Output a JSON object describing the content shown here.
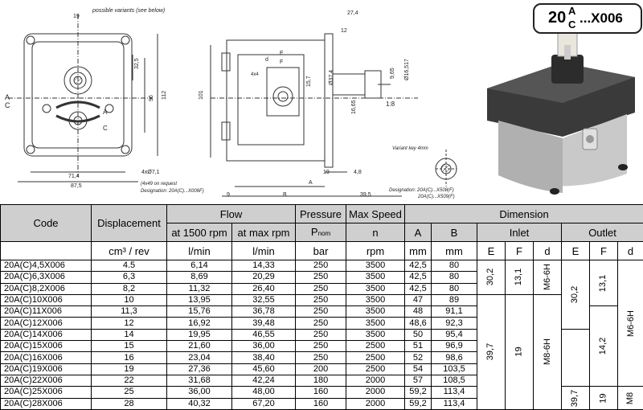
{
  "drawing": {
    "title_prefix": "20",
    "title_sup": "A",
    "title_sub": "C",
    "title_suffix": "...X006",
    "note_variants": "possible variants (see below)",
    "note_request": "(4x49 on request",
    "note_designation": "Designation: 20A(C)...X006F)",
    "note_keyway": "Variant key 4mm",
    "note_designation2": "Designation: 20A(C)...X508(F)",
    "note_designation3": "20A(C)...X509(F)",
    "dim_19_top": "19",
    "dim_27_4": "27,4",
    "dim_12": "12",
    "dim_E": "E",
    "dim_F": "F",
    "dim_d": "d",
    "dim_15_7": "15,7",
    "dim_37_4": "Ø37,4",
    "dim_9_65": "9,65",
    "dim_16_517": "Ø16,517",
    "dim_16_65": "16,65",
    "dim_1_8": "1:8",
    "dim_101": "101",
    "dim_19_bot": "19",
    "dim_4_8": "4,8",
    "dim_A": "A",
    "dim_B": "B",
    "dim_9": "9",
    "dim_39_5": "39,5",
    "dim_71_4": "71,4",
    "dim_87_5": "87,5",
    "dim_4x7_1": "4xØ7,1",
    "dim_32_5": "32,5",
    "dim_96": "96",
    "dim_112": "112",
    "label_A": "A",
    "label_C": "C",
    "label_A2": "A",
    "label_C2": "C",
    "label_4x4": "4x4"
  },
  "table": {
    "headers": {
      "code": "Code",
      "displacement": "Displacement",
      "flow": "Flow",
      "pressure": "Pressure",
      "max_speed": "Max Speed",
      "dimension": "Dimension",
      "at_1500": "at 1500 rpm",
      "at_max": "at max rpm",
      "p_nom": "P",
      "p_nom_sub": "nom",
      "n": "n",
      "A": "A",
      "B": "B",
      "inlet": "Inlet",
      "outlet": "Outlet"
    },
    "units": {
      "displacement": "cm³ / rev",
      "flow_1500": "l/min",
      "flow_max": "l/min",
      "pressure": "bar",
      "speed": "rpm",
      "A": "mm",
      "B": "mm",
      "E_in": "E",
      "F_in": "F",
      "d_in": "d",
      "E_out": "E",
      "F_out": "F",
      "d_out": "d"
    },
    "rows": [
      {
        "code": "20A(C)4,5X006",
        "disp": "4.5",
        "f1500": "6,14",
        "fmax": "14,33",
        "p": "250",
        "n": "3500",
        "a": "42,5",
        "b": "80"
      },
      {
        "code": "20A(C)6,3X006",
        "disp": "6,3",
        "f1500": "8,69",
        "fmax": "20,29",
        "p": "250",
        "n": "3500",
        "a": "42,5",
        "b": "80"
      },
      {
        "code": "20A(C)8,2X006",
        "disp": "8,2",
        "f1500": "11,32",
        "fmax": "26,40",
        "p": "250",
        "n": "3500",
        "a": "42,5",
        "b": "80"
      },
      {
        "code": "20A(C)10X006",
        "disp": "10",
        "f1500": "13,95",
        "fmax": "32,55",
        "p": "250",
        "n": "3500",
        "a": "47",
        "b": "89"
      },
      {
        "code": "20A(C)11X006",
        "disp": "11,3",
        "f1500": "15,76",
        "fmax": "36,78",
        "p": "250",
        "n": "3500",
        "a": "48",
        "b": "91,1"
      },
      {
        "code": "20A(C)12X006",
        "disp": "12",
        "f1500": "16,92",
        "fmax": "39,48",
        "p": "250",
        "n": "3500",
        "a": "48,6",
        "b": "92,3"
      },
      {
        "code": "20A(C)14X006",
        "disp": "14",
        "f1500": "19,95",
        "fmax": "46,55",
        "p": "250",
        "n": "3500",
        "a": "50",
        "b": "95,4"
      },
      {
        "code": "20A(C)15X006",
        "disp": "15",
        "f1500": "21,60",
        "fmax": "36,00",
        "p": "250",
        "n": "2500",
        "a": "51",
        "b": "96,9"
      },
      {
        "code": "20A(C)16X006",
        "disp": "16",
        "f1500": "23,04",
        "fmax": "38,40",
        "p": "250",
        "n": "2500",
        "a": "52",
        "b": "98,6"
      },
      {
        "code": "20A(C)19X006",
        "disp": "19",
        "f1500": "27,36",
        "fmax": "45,60",
        "p": "200",
        "n": "2500",
        "a": "54",
        "b": "103,5"
      },
      {
        "code": "20A(C)22X006",
        "disp": "22",
        "f1500": "31,68",
        "fmax": "42,24",
        "p": "180",
        "n": "2000",
        "a": "57",
        "b": "108,5"
      },
      {
        "code": "20A(C)25X006",
        "disp": "25",
        "f1500": "36,00",
        "fmax": "48,00",
        "p": "160",
        "n": "2000",
        "a": "59,2",
        "b": "113,4"
      },
      {
        "code": "20A(C)28X006",
        "disp": "28",
        "f1500": "40,32",
        "fmax": "67,20",
        "p": "160",
        "n": "2000",
        "a": "59,2",
        "b": "113,4"
      }
    ],
    "inlet_group1": {
      "e": "30,2",
      "f": "13,1",
      "d": "M6-6H"
    },
    "inlet_group2": {
      "e": "39,7",
      "f": "19",
      "d": "M8-6H"
    },
    "outlet_group1": {
      "e": "30,2",
      "f_top": "13,1",
      "f_bot": "14,2",
      "d": "M6-6H"
    },
    "outlet_group2": {
      "e": "39,7",
      "f": "19",
      "d": "M8"
    }
  }
}
